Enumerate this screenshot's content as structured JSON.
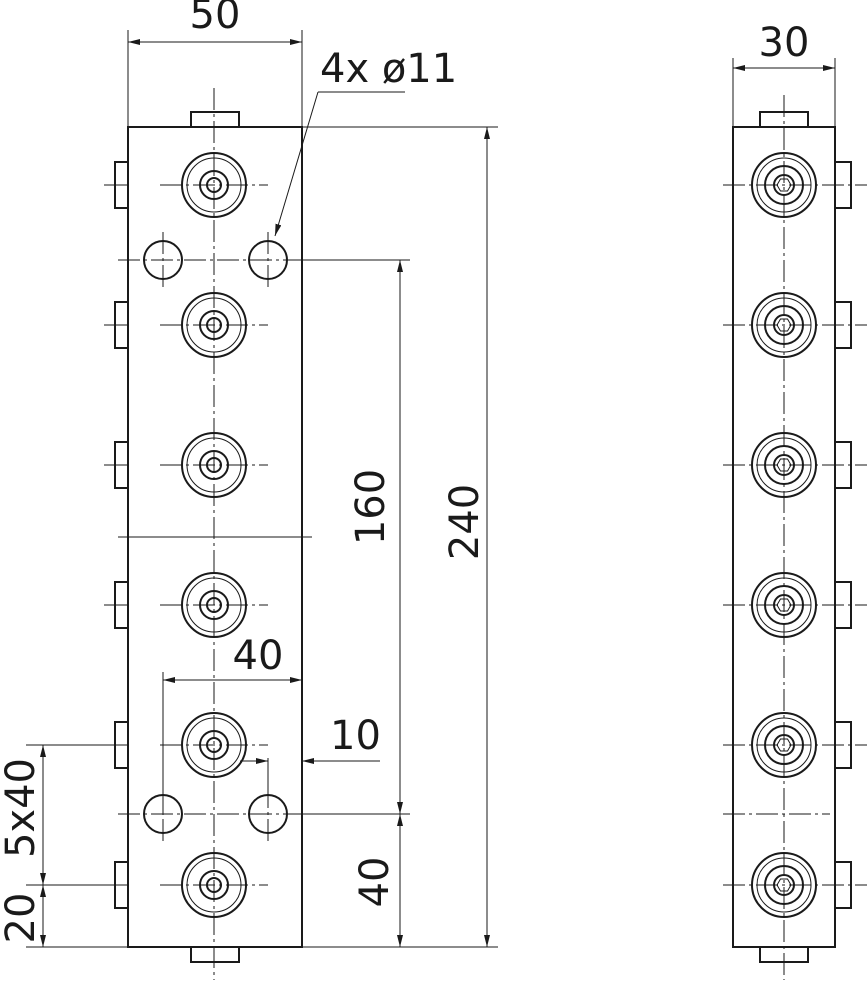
{
  "dimensions": {
    "width_front": "50",
    "width_side": "30",
    "holes": "4x ø11",
    "height_total": "240",
    "mount_span": "160",
    "bottom_offset": "40",
    "hole_pitch_x": "40",
    "hole_offset": "10",
    "port_pitch": "5x40",
    "port_first": "20"
  }
}
